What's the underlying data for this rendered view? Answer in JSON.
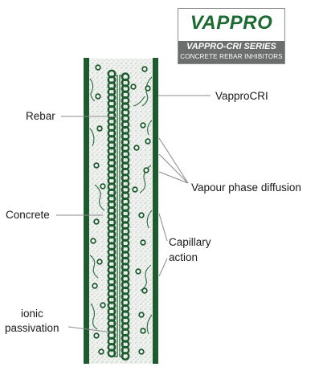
{
  "logo": {
    "brand": "VAPPRO",
    "series": "VAPPRO-CRI SERIES",
    "subtitle": "CONCRETE REBAR INHIBITORS"
  },
  "labels": {
    "vappro_cri": "VapproCRI",
    "rebar": "Rebar",
    "vapour_phase": "Vapour phase diffusion",
    "concrete": "Concrete",
    "capillary_line1": "Capillary",
    "capillary_line2": "action",
    "ionic_line1": "ionic",
    "ionic_line2": "passivation"
  },
  "colors": {
    "wall": "#1d5a2e",
    "concrete_fill": "#eaeeea",
    "rebar_ring": "#1d5a2e",
    "molecule": "#1d5a2e",
    "crack": "#2a6b3c",
    "leader_line": "#8a8a8a"
  }
}
